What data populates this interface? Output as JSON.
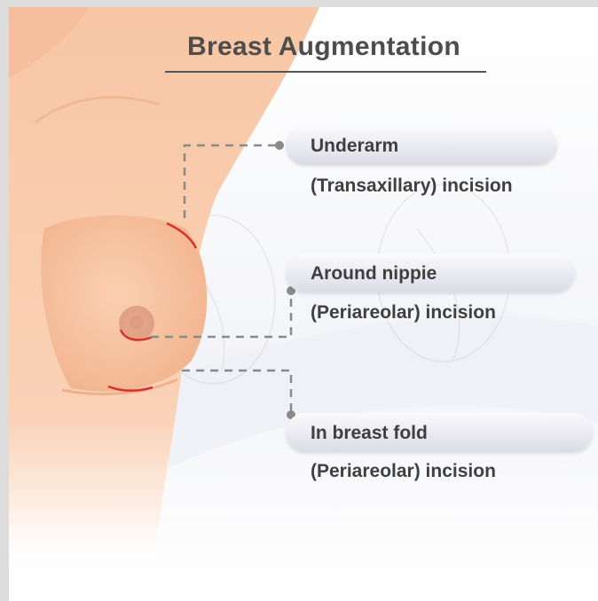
{
  "title": "Breast Augmentation",
  "incisions": [
    {
      "label": "Underarm",
      "sublabel": "(Transaxillary) incision"
    },
    {
      "label": "Around nippie",
      "sublabel": "(Periareolar) incision"
    },
    {
      "label": "In breast fold",
      "sublabel": "(Periareolar) incision"
    }
  ],
  "colors": {
    "skin": "#f9c9a8",
    "skin_shade": "#f2b891",
    "incision": "#d8322c",
    "leader_line": "#8a8a8a",
    "text": "#3f3f3f"
  }
}
